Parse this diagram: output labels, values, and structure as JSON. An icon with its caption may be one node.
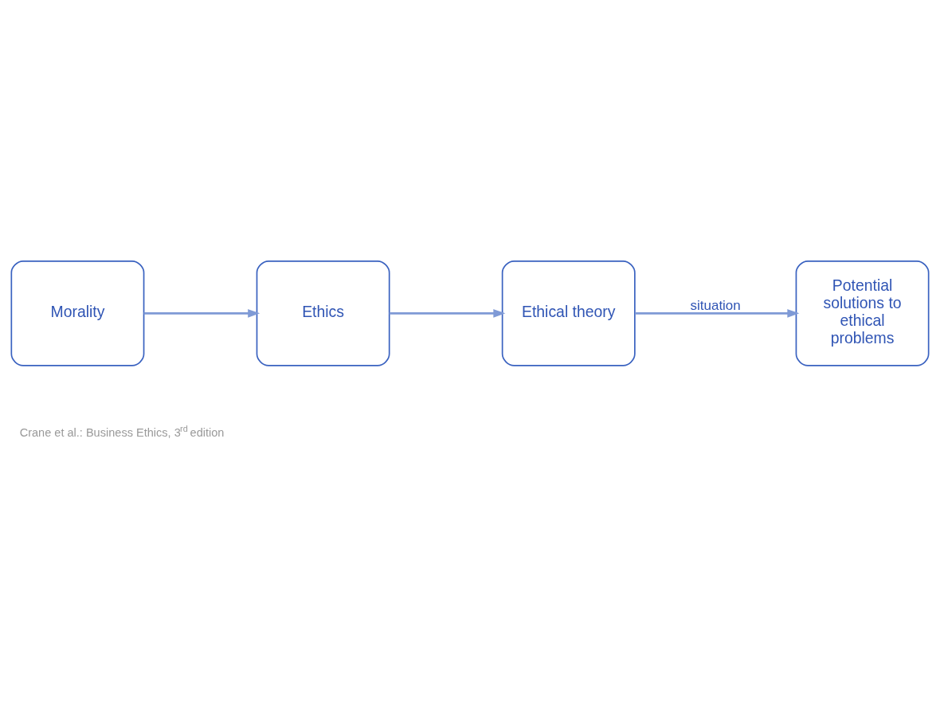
{
  "diagram": {
    "caption": "Crane et al.: Business Ethics, 3$^{rd}$ edition",
    "nodes": [
      {
        "text": [
          "Morality"
        ]
      },
      {
        "text": [
          "Ethics"
        ]
      },
      {
        "text": [
          "Ethical theory"
        ]
      },
      {
        "text": [
          "Potential solutions to ethical problems"
        ]
      }
    ],
    "edges": [
      {
        "from": 0,
        "to": 1,
        "arrow": "to"
      },
      {
        "from": 1,
        "to": 2,
        "arrow": "to"
      },
      {
        "from": 2,
        "to": 3,
        "arrow": "to",
        "label": "situation"
      }
    ]
  }
}
